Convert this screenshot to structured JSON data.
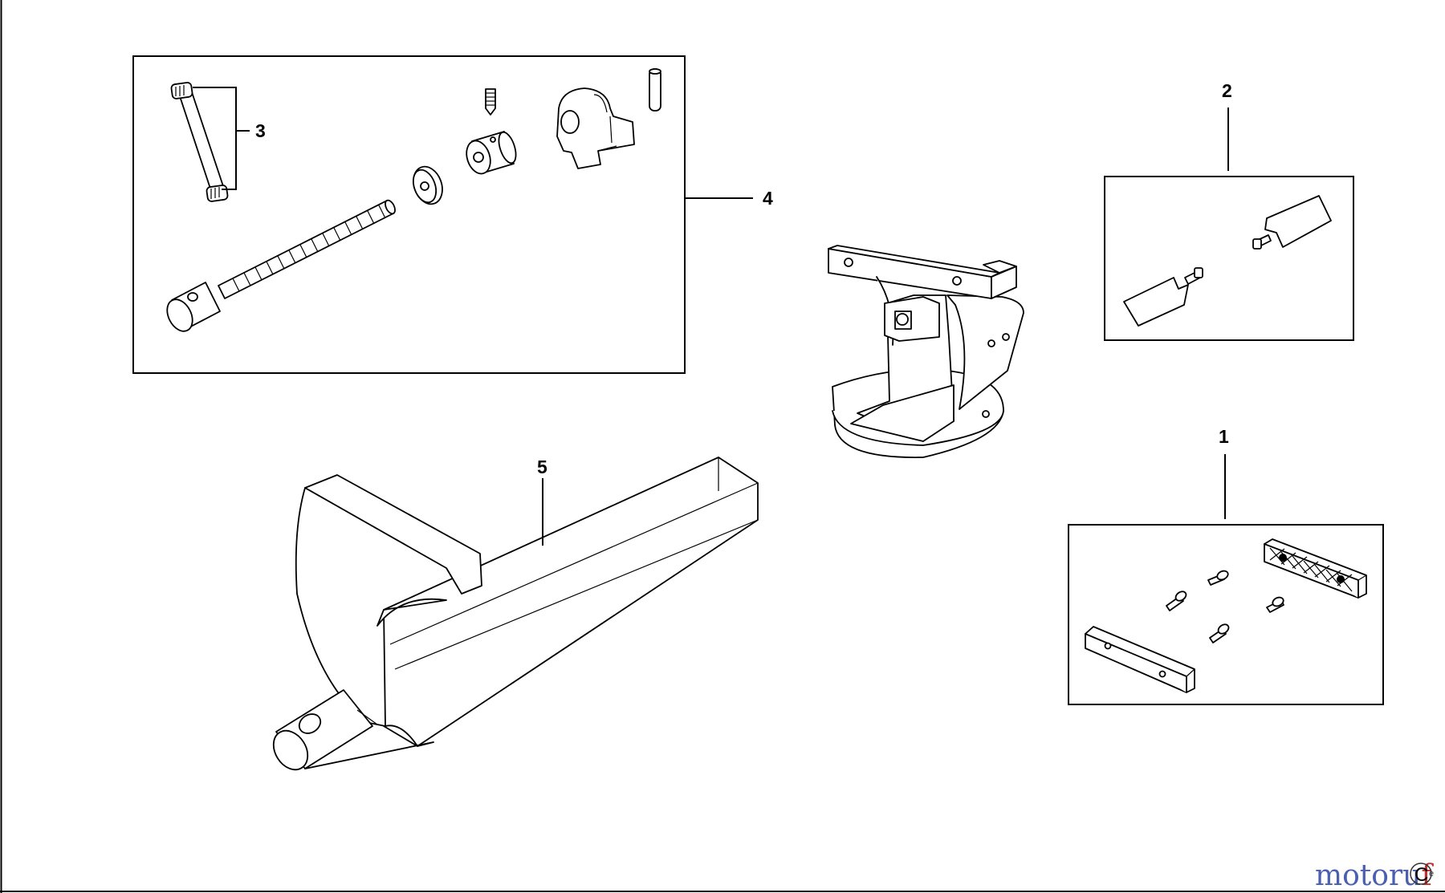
{
  "diagram": {
    "callouts": [
      {
        "id": "1",
        "label": "1"
      },
      {
        "id": "2",
        "label": "2"
      },
      {
        "id": "3",
        "label": "3"
      },
      {
        "id": "4",
        "label": "4"
      },
      {
        "id": "5",
        "label": "5"
      }
    ],
    "groups": [
      {
        "name": "screw-assembly-kit",
        "callout": "4"
      },
      {
        "name": "anvil-jaw-kit",
        "callout": "2"
      },
      {
        "name": "jaw-plate-kit",
        "callout": "1"
      }
    ]
  },
  "watermark": {
    "brand_prefix": "motoru",
    "brand_suffix": "f",
    "badge": "C",
    "small_text": "e"
  },
  "colors": {
    "line": "#000000",
    "background": "#ffffff",
    "watermark_blue": "#4a5fb0",
    "watermark_red": "#c0322d"
  }
}
